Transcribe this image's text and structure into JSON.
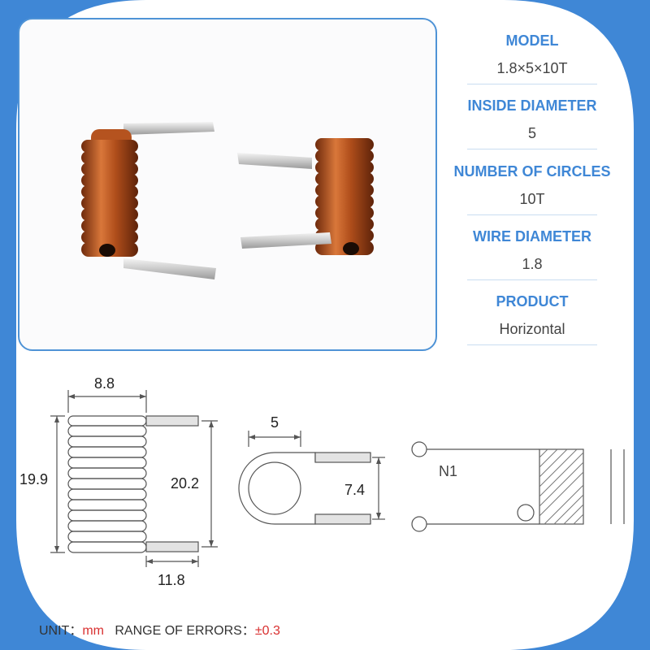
{
  "specs": [
    {
      "title": "MODEL",
      "value": "1.8×5×10T"
    },
    {
      "title": "INSIDE DIAMETER",
      "value": "5"
    },
    {
      "title": "NUMBER OF CIRCLES",
      "value": "10T"
    },
    {
      "title": "WIRE DIAMETER",
      "value": "1.8"
    },
    {
      "title": "PRODUCT",
      "value": "Horizontal"
    }
  ],
  "dimensions": {
    "width_top": "8.8",
    "height_left": "19.9",
    "height_right": "20.2",
    "lead_bottom": "11.8",
    "inner_diameter": "5",
    "lead_spacing": "7.4",
    "winding_label": "N1"
  },
  "footer": {
    "unit_label": "UNIT：",
    "unit_value": "mm",
    "errors_label": "RANGE OF ERRORS：",
    "errors_value": "±0.3"
  },
  "colors": {
    "accent": "#3f87d6",
    "copper": "#b5531f",
    "error_red": "#d93030"
  }
}
